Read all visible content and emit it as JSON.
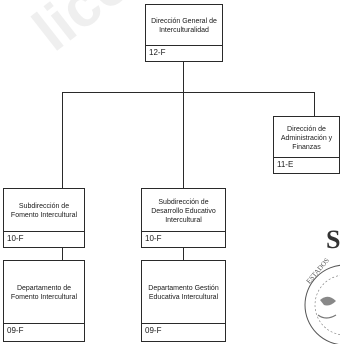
{
  "watermark": "licenci",
  "nodes": {
    "dg": {
      "title": "Dirección General de Interculturalidad",
      "code": "12-F"
    },
    "daf": {
      "title": "Dirección de Administración y Finanzas",
      "code": "11-E"
    },
    "sfi": {
      "title": "Subdirección de Fomento Intercultural",
      "code": "10-F"
    },
    "sdei": {
      "title": "Subdirección de Desarrollo Educativo Intercultural",
      "code": "10-F"
    },
    "dfi": {
      "title": "Departamento de Fomento Intercultural",
      "code": "09-F"
    },
    "dgei": {
      "title": "Departamento Gestión Educativa Intercultural",
      "code": "09-F"
    }
  },
  "seal": {
    "letter": "S",
    "text": "ESTADOS"
  }
}
